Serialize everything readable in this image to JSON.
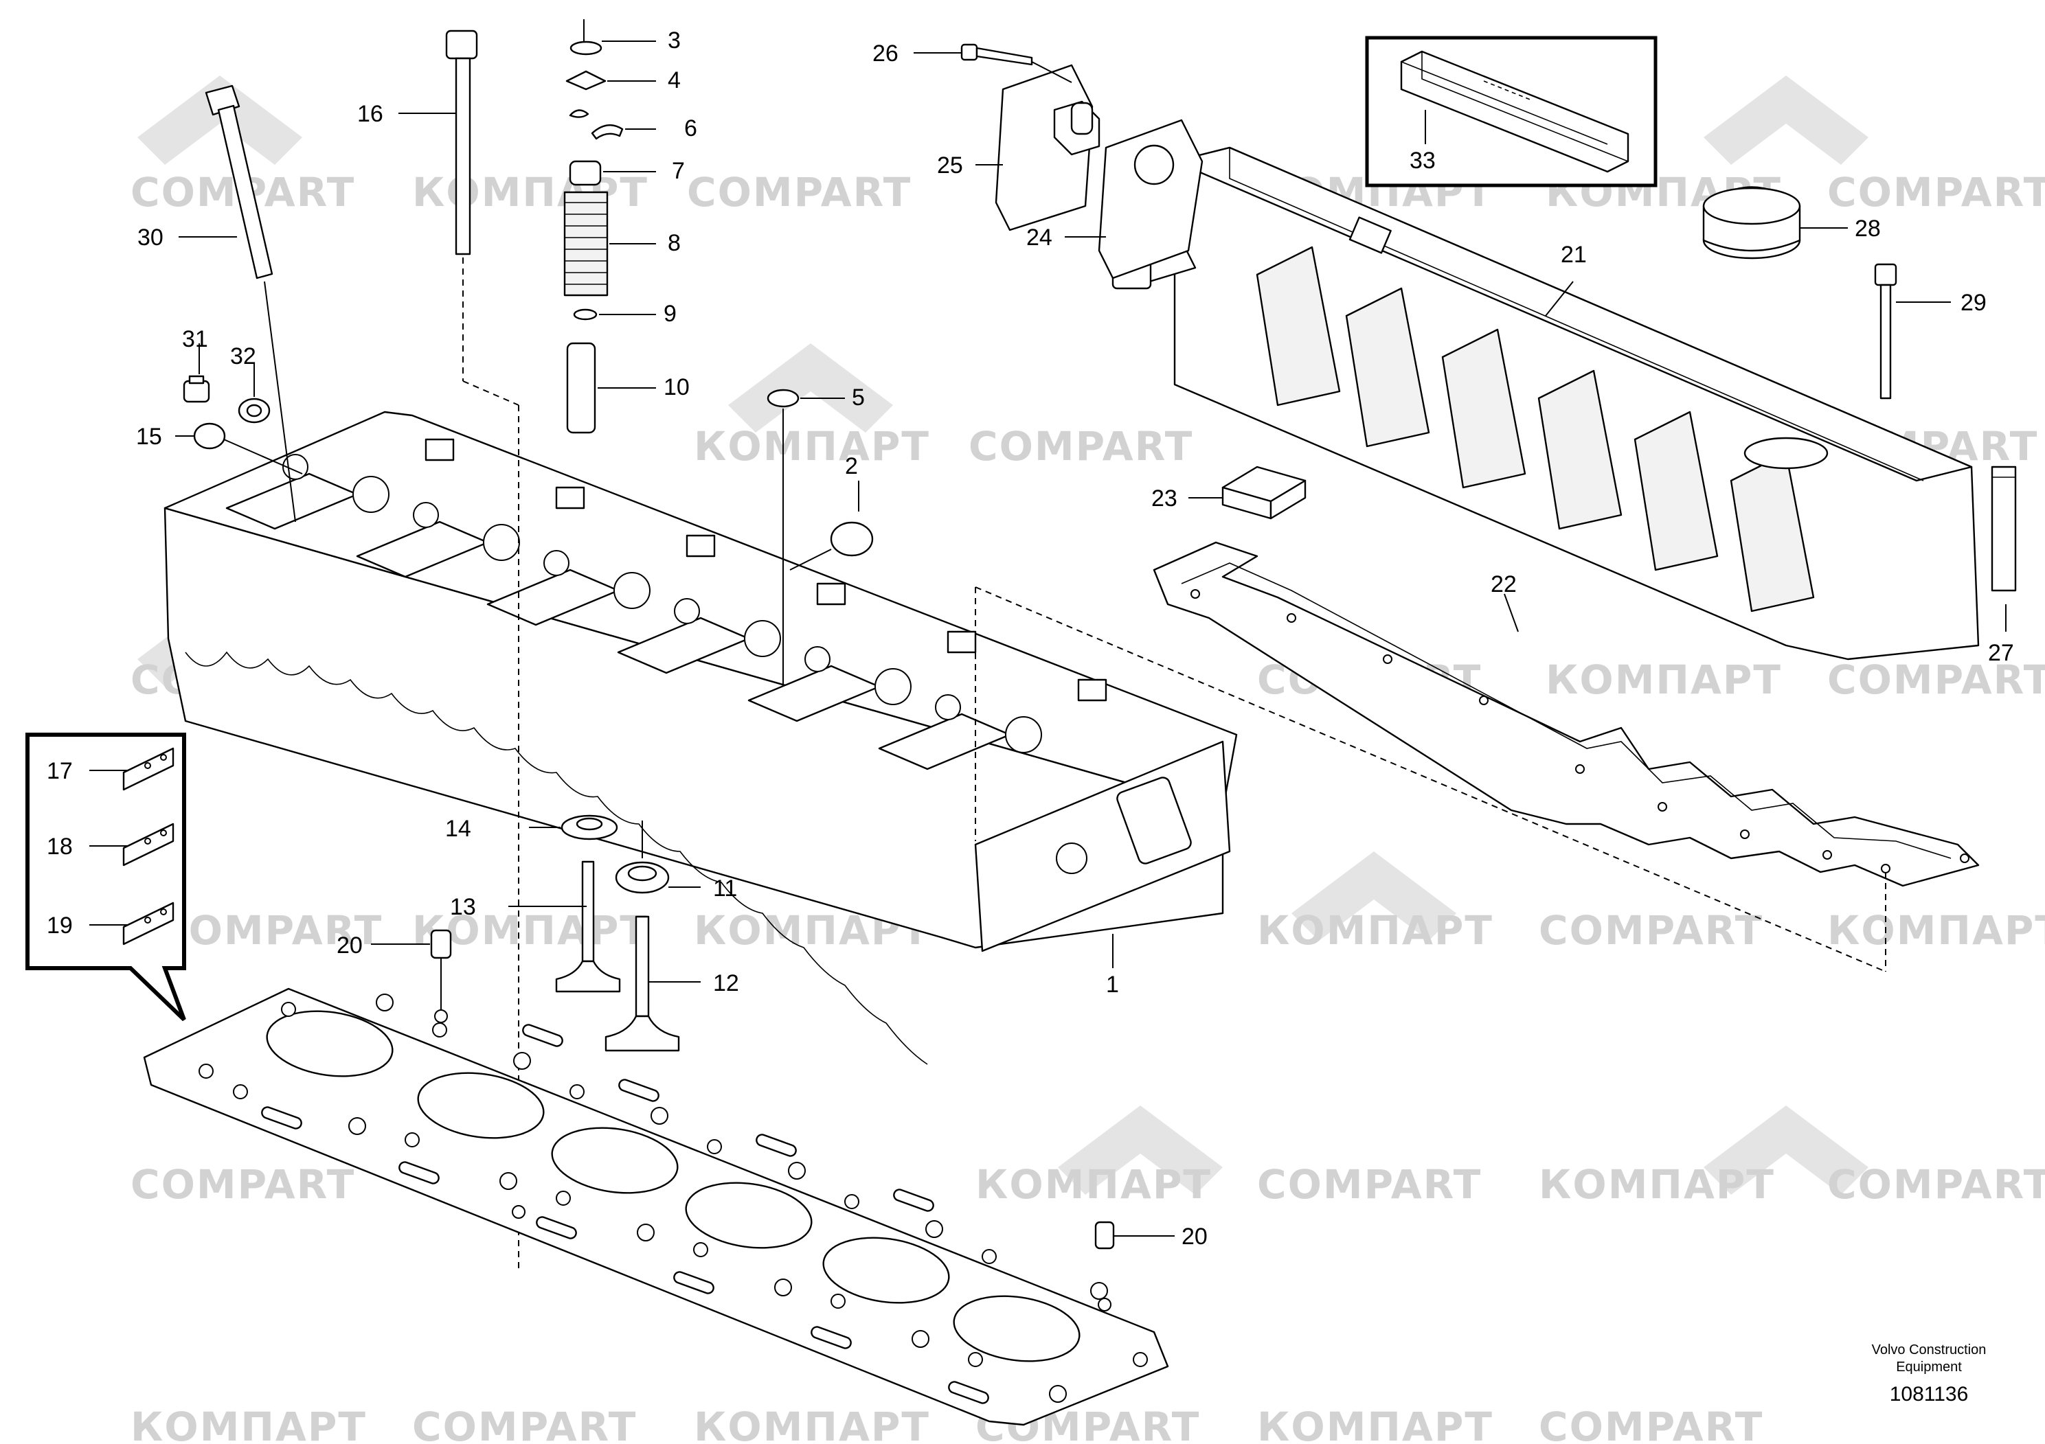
{
  "watermarks": {
    "latin": "COMPART",
    "cyrillic": "КОМПАРТ"
  },
  "callouts": {
    "c1": "1",
    "c2": "2",
    "c3": "3",
    "c4": "4",
    "c5": "5",
    "c6": "6",
    "c7": "7",
    "c8": "8",
    "c9": "9",
    "c10": "10",
    "c11": "11",
    "c12": "12",
    "c13": "13",
    "c14": "14",
    "c15": "15",
    "c16": "16",
    "c17": "17",
    "c18": "18",
    "c19": "19",
    "c20": "20",
    "c21": "21",
    "c22": "22",
    "c23": "23",
    "c24": "24",
    "c25": "25",
    "c26": "26",
    "c27": "27",
    "c28": "28",
    "c29": "29",
    "c30": "30",
    "c31": "31",
    "c32": "32",
    "c33": "33"
  },
  "footer": {
    "credit_line1": "Volvo Construction",
    "credit_line2": "Equipment",
    "drawing_number": "1081136"
  },
  "colors": {
    "line": "#000000",
    "watermark": "#d2d2d2",
    "background": "#ffffff"
  }
}
